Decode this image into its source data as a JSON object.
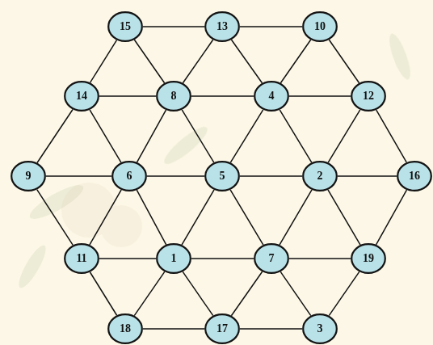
{
  "diagram": {
    "nodes": [
      {
        "text": [
          "15"
        ]
      },
      {
        "text": [
          "13"
        ]
      },
      {
        "text": [
          "10"
        ]
      },
      {
        "text": [
          "14"
        ]
      },
      {
        "text": [
          "8"
        ]
      },
      {
        "text": [
          "4"
        ]
      },
      {
        "text": [
          "12"
        ]
      },
      {
        "text": [
          "9"
        ]
      },
      {
        "text": [
          "6"
        ]
      },
      {
        "text": [
          "5"
        ]
      },
      {
        "text": [
          "2"
        ]
      },
      {
        "text": [
          "16"
        ]
      },
      {
        "text": [
          "11"
        ]
      },
      {
        "text": [
          "1"
        ]
      },
      {
        "text": [
          "7"
        ]
      },
      {
        "text": [
          "19"
        ]
      },
      {
        "text": [
          "18"
        ]
      },
      {
        "text": [
          "17"
        ]
      },
      {
        "text": [
          "3"
        ]
      }
    ],
    "edges": [
      {
        "from": 0,
        "to": 1,
        "arrow": "none"
      },
      {
        "from": 1,
        "to": 2,
        "arrow": "none"
      },
      {
        "from": 3,
        "to": 4,
        "arrow": "none"
      },
      {
        "from": 4,
        "to": 5,
        "arrow": "none"
      },
      {
        "from": 5,
        "to": 6,
        "arrow": "none"
      },
      {
        "from": 7,
        "to": 8,
        "arrow": "none"
      },
      {
        "from": 8,
        "to": 9,
        "arrow": "none"
      },
      {
        "from": 9,
        "to": 10,
        "arrow": "none"
      },
      {
        "from": 10,
        "to": 11,
        "arrow": "none"
      },
      {
        "from": 12,
        "to": 13,
        "arrow": "none"
      },
      {
        "from": 13,
        "to": 14,
        "arrow": "none"
      },
      {
        "from": 14,
        "to": 15,
        "arrow": "none"
      },
      {
        "from": 16,
        "to": 17,
        "arrow": "none"
      },
      {
        "from": 17,
        "to": 18,
        "arrow": "none"
      },
      {
        "from": 0,
        "to": 3,
        "arrow": "none"
      },
      {
        "from": 0,
        "to": 4,
        "arrow": "none"
      },
      {
        "from": 1,
        "to": 4,
        "arrow": "none"
      },
      {
        "from": 1,
        "to": 5,
        "arrow": "none"
      },
      {
        "from": 2,
        "to": 5,
        "arrow": "none"
      },
      {
        "from": 2,
        "to": 6,
        "arrow": "none"
      },
      {
        "from": 3,
        "to": 7,
        "arrow": "none"
      },
      {
        "from": 3,
        "to": 8,
        "arrow": "none"
      },
      {
        "from": 4,
        "to": 8,
        "arrow": "none"
      },
      {
        "from": 4,
        "to": 9,
        "arrow": "none"
      },
      {
        "from": 5,
        "to": 9,
        "arrow": "none"
      },
      {
        "from": 5,
        "to": 10,
        "arrow": "none"
      },
      {
        "from": 6,
        "to": 10,
        "arrow": "none"
      },
      {
        "from": 6,
        "to": 11,
        "arrow": "none"
      },
      {
        "from": 7,
        "to": 12,
        "arrow": "none"
      },
      {
        "from": 8,
        "to": 12,
        "arrow": "none"
      },
      {
        "from": 8,
        "to": 13,
        "arrow": "none"
      },
      {
        "from": 9,
        "to": 13,
        "arrow": "none"
      },
      {
        "from": 9,
        "to": 14,
        "arrow": "none"
      },
      {
        "from": 10,
        "to": 14,
        "arrow": "none"
      },
      {
        "from": 10,
        "to": 15,
        "arrow": "none"
      },
      {
        "from": 11,
        "to": 15,
        "arrow": "none"
      },
      {
        "from": 12,
        "to": 16,
        "arrow": "none"
      },
      {
        "from": 13,
        "to": 16,
        "arrow": "none"
      },
      {
        "from": 13,
        "to": 17,
        "arrow": "none"
      },
      {
        "from": 14,
        "to": 17,
        "arrow": "none"
      },
      {
        "from": 14,
        "to": 18,
        "arrow": "none"
      },
      {
        "from": 15,
        "to": 18,
        "arrow": "none"
      }
    ]
  }
}
